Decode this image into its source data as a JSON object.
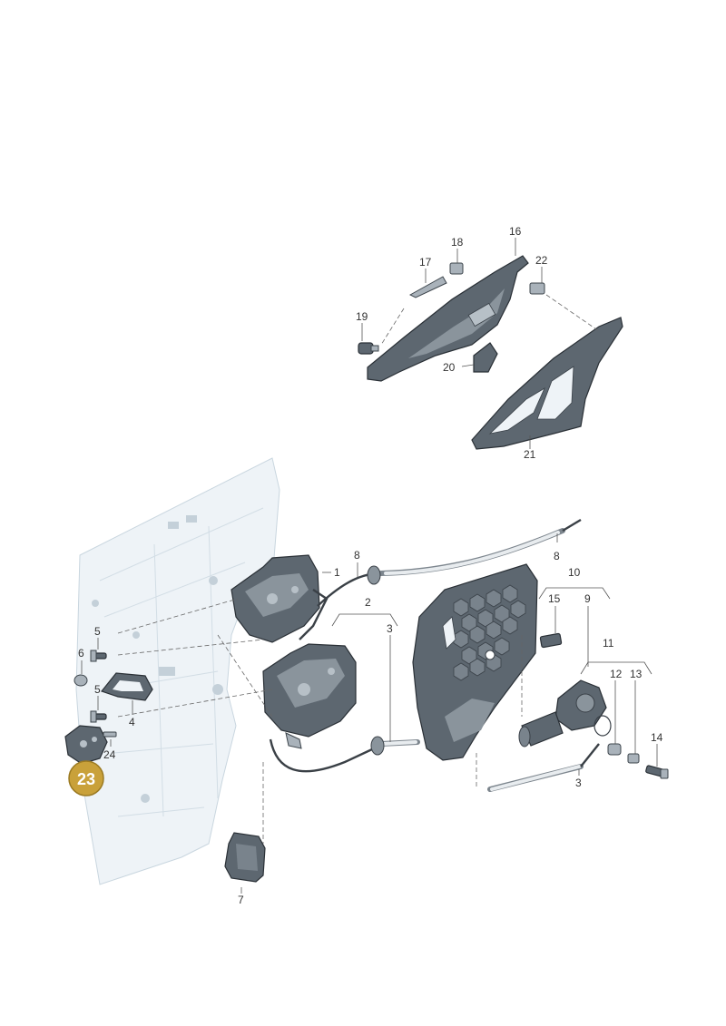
{
  "badge": {
    "label": "23",
    "color": "#c9a13a"
  },
  "callouts": {
    "c1": "1",
    "c2": "2",
    "c3a": "3",
    "c3b": "3",
    "c4": "4",
    "c5a": "5",
    "c5b": "5",
    "c6": "6",
    "c7": "7",
    "c8a": "8",
    "c8b": "8",
    "c9": "9",
    "c10": "10",
    "c11": "11",
    "c12": "12",
    "c13": "13",
    "c14": "14",
    "c15": "15",
    "c16": "16",
    "c17": "17",
    "c18": "18",
    "c19": "19",
    "c20": "20",
    "c21": "21",
    "c22": "22",
    "c24": "24"
  },
  "colors": {
    "part": "#5d6770",
    "panel": "#eef3f7",
    "leader": "#555555"
  }
}
